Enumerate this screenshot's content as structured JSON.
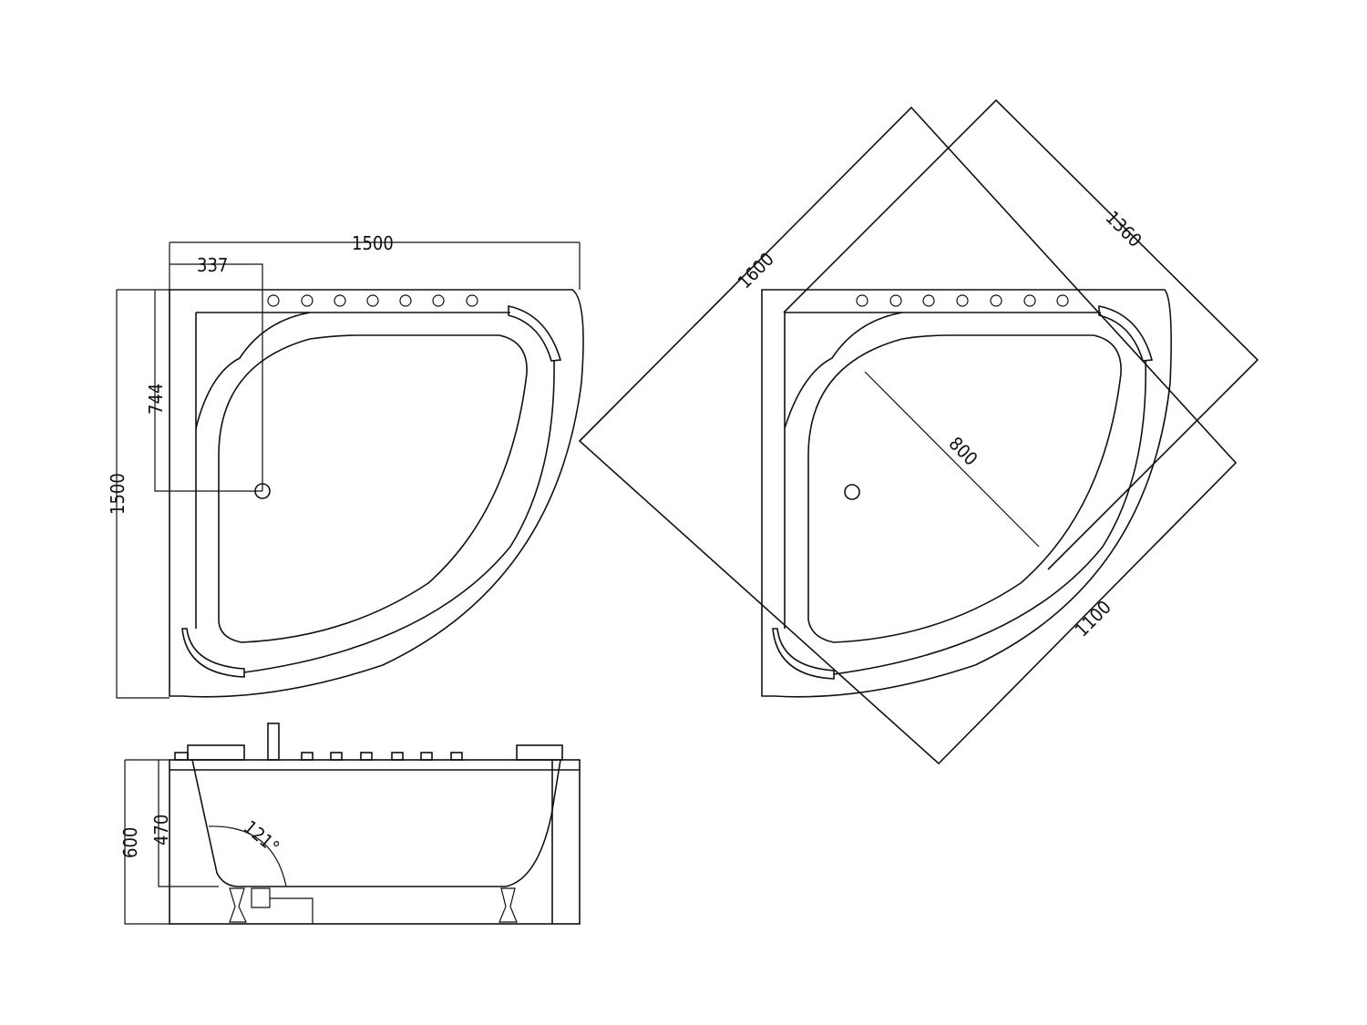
{
  "drawing": {
    "subject": "corner bathtub technical drawing",
    "stroke_color": "#111111",
    "background": "#ffffff"
  },
  "top_view": {
    "width_label": "1500",
    "height_label": "1500",
    "drain_offset_x_label": "337",
    "drain_offset_y_label": "744",
    "jet_count": 7
  },
  "side_view": {
    "total_height_label": "600",
    "inner_depth_label": "470",
    "back_angle_label": "121°"
  },
  "rotated_view": {
    "diag_1600_label": "1600",
    "diag_1360_label": "1360",
    "diag_1100_label": "1100",
    "depth_800_label": "800",
    "jet_count": 7
  }
}
